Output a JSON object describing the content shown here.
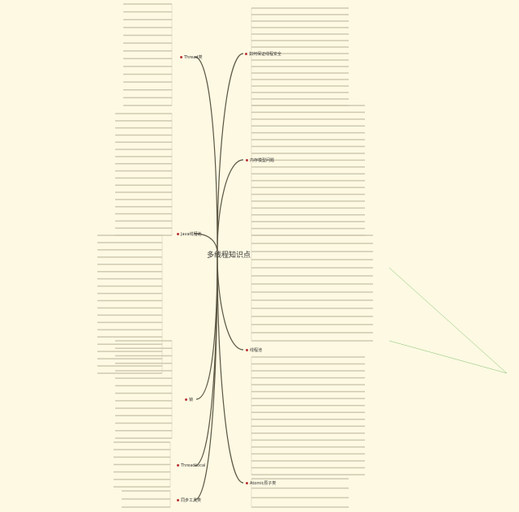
{
  "center": "多线程知识点",
  "left_branches": [
    {
      "label": "Thread类"
    },
    {
      "label": "Java线程池"
    },
    {
      "label": "锁"
    },
    {
      "label": "ThreadLocal"
    },
    {
      "label": "同步工具类"
    }
  ],
  "right_branches": [
    {
      "label": "如何保证线程安全"
    },
    {
      "label": "内存模型问题"
    },
    {
      "label": "线程池"
    },
    {
      "label": "Atomic原子类"
    }
  ],
  "colors": {
    "background": "#fdf9e3",
    "line": "#5a5540",
    "leaf": "#cfc9b0",
    "marker": "#b33333"
  }
}
